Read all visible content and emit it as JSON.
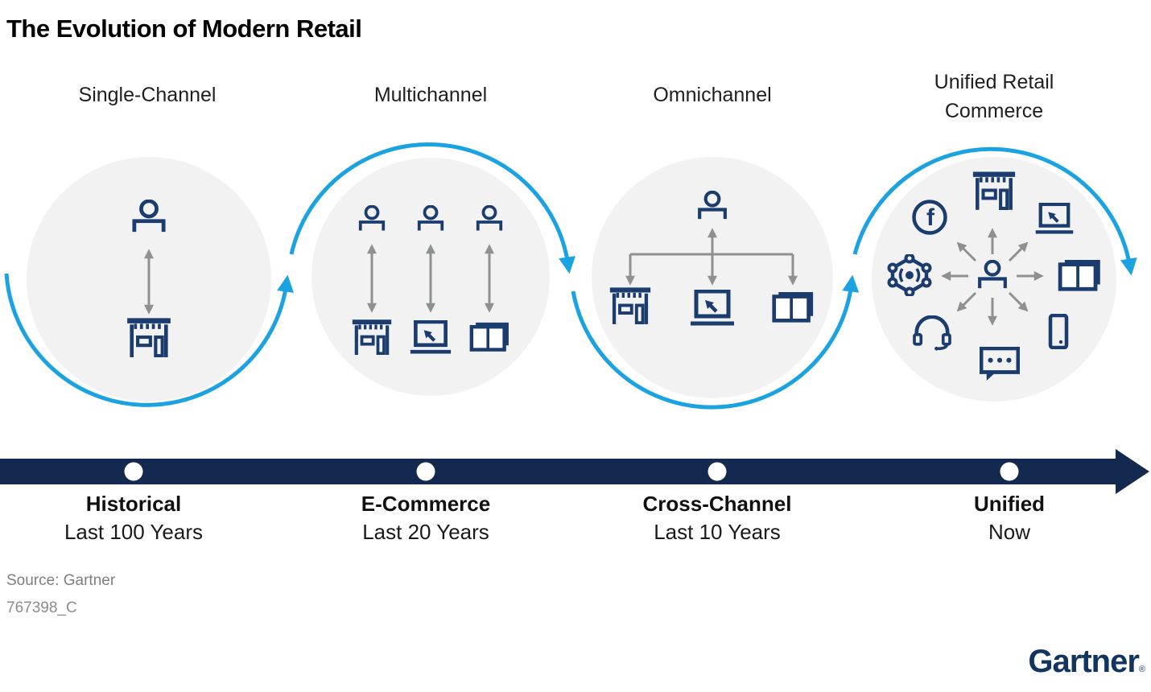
{
  "title": "The Evolution of Modern Retail",
  "stages": [
    {
      "label": "Single-Channel",
      "era": "Historical",
      "period": "Last 100 Years",
      "icons": [
        "person",
        "double-arrow",
        "storefront"
      ]
    },
    {
      "label": "Multichannel",
      "era": "E-Commerce",
      "period": "Last 20 Years",
      "icons": [
        "person",
        "double-arrow",
        "storefront",
        "laptop",
        "catalog"
      ]
    },
    {
      "label": "Omnichannel",
      "era": "Cross-Channel",
      "period": "Last 10 Years",
      "icons": [
        "person",
        "tree-arrows",
        "storefront",
        "laptop",
        "catalog"
      ]
    },
    {
      "label": "Unified Retail Commerce",
      "era": "Unified",
      "period": "Now",
      "icons": [
        "person",
        "radial-arrows",
        "storefront",
        "laptop",
        "catalog",
        "smartphone",
        "chat-bubble",
        "headset",
        "iot-network",
        "facebook"
      ]
    }
  ],
  "footer": {
    "source": "Source: Gartner",
    "figure_id": "767398_C"
  },
  "brand": {
    "name": "Gartner",
    "registered": "®"
  },
  "colors": {
    "accent_blue": "#1ba3e1",
    "icon_navy": "#1b3c6e",
    "timeline_navy": "#14294f",
    "arrow_gray": "#8e9190",
    "circle_bg": "#f2f2f2",
    "logo_navy": "#12355f"
  }
}
